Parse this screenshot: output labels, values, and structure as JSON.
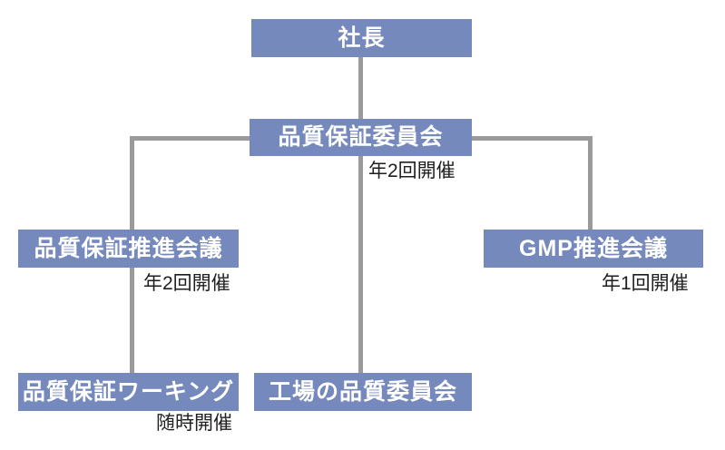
{
  "diagram": {
    "type": "org-chart",
    "nodes": {
      "president": {
        "label": "社長"
      },
      "qa_committee": {
        "label": "品質保証委員会",
        "caption": "年2回開催"
      },
      "qa_promotion_meeting": {
        "label": "品質保証推進会議",
        "caption": "年2回開催"
      },
      "gmp_promotion_meeting": {
        "label": "GMP推進会議",
        "caption": "年1回開催"
      },
      "qa_working": {
        "label": "品質保証ワーキング",
        "caption": "随時開催"
      },
      "factory_quality_committee": {
        "label": "工場の品質委員会"
      }
    },
    "edges": [
      {
        "from": "president",
        "to": "qa_committee"
      },
      {
        "from": "qa_committee",
        "to": "qa_promotion_meeting"
      },
      {
        "from": "qa_committee",
        "to": "gmp_promotion_meeting"
      },
      {
        "from": "qa_committee",
        "to": "factory_quality_committee"
      },
      {
        "from": "qa_promotion_meeting",
        "to": "qa_working"
      }
    ],
    "colors": {
      "node_fill": "#7589bd",
      "node_text": "#ffffff",
      "connector": "#9a9a9a",
      "caption_text": "#1f1f1f",
      "background": "#ffffff"
    }
  }
}
